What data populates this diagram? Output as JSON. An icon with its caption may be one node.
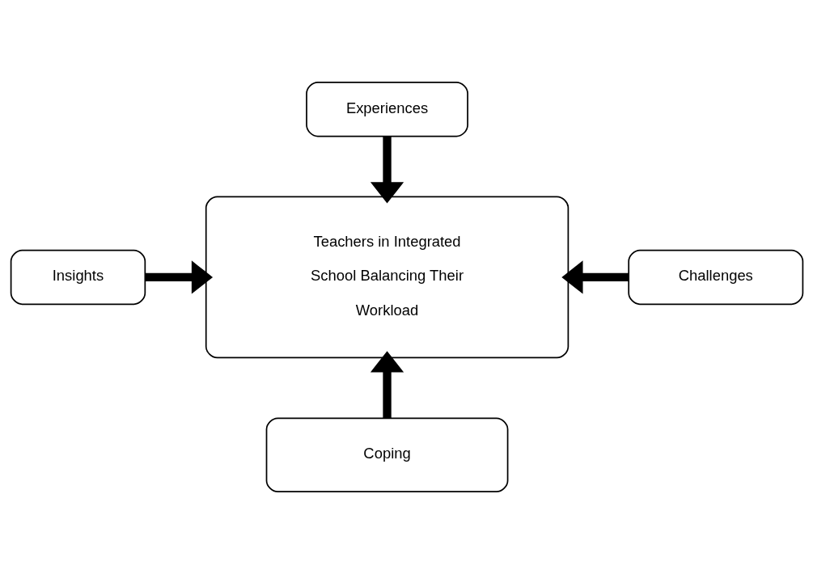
{
  "diagram": {
    "nodes": [
      {
        "text": [
          "Experiences"
        ]
      },
      {
        "text": [
          "Insights"
        ]
      },
      {
        "text": [
          "Teachers in Integrated School Balancing Their Workload"
        ]
      },
      {
        "text": [
          "Challenges"
        ]
      },
      {
        "text": [
          "Coping"
        ]
      }
    ],
    "edges": [
      {
        "from": 0,
        "to": 2,
        "arrow": "to"
      },
      {
        "from": 1,
        "to": 2,
        "arrow": "to"
      },
      {
        "from": 3,
        "to": 2,
        "arrow": "to"
      },
      {
        "from": 4,
        "to": 2,
        "arrow": "to"
      }
    ]
  }
}
